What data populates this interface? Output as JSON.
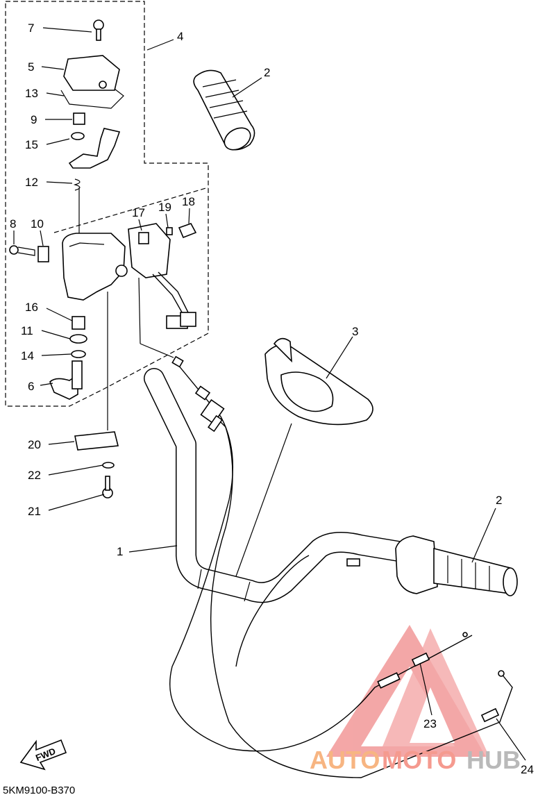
{
  "diagram": {
    "code": "5KM9100-B370",
    "fwd_label": "FWD",
    "callouts": [
      "1",
      "2",
      "2",
      "3",
      "4",
      "5",
      "6",
      "7",
      "8",
      "9",
      "10",
      "11",
      "12",
      "13",
      "14",
      "15",
      "16",
      "17",
      "18",
      "19",
      "20",
      "21",
      "22",
      "23",
      "24"
    ]
  },
  "watermark": {
    "part1": "AUTO",
    "part2": "MOTO",
    "part3": "HUB",
    "colors": {
      "auto": "#f7b582",
      "moto": "#f59a8f",
      "hub": "#b9b9b9",
      "logo": "#f08a8a"
    }
  }
}
